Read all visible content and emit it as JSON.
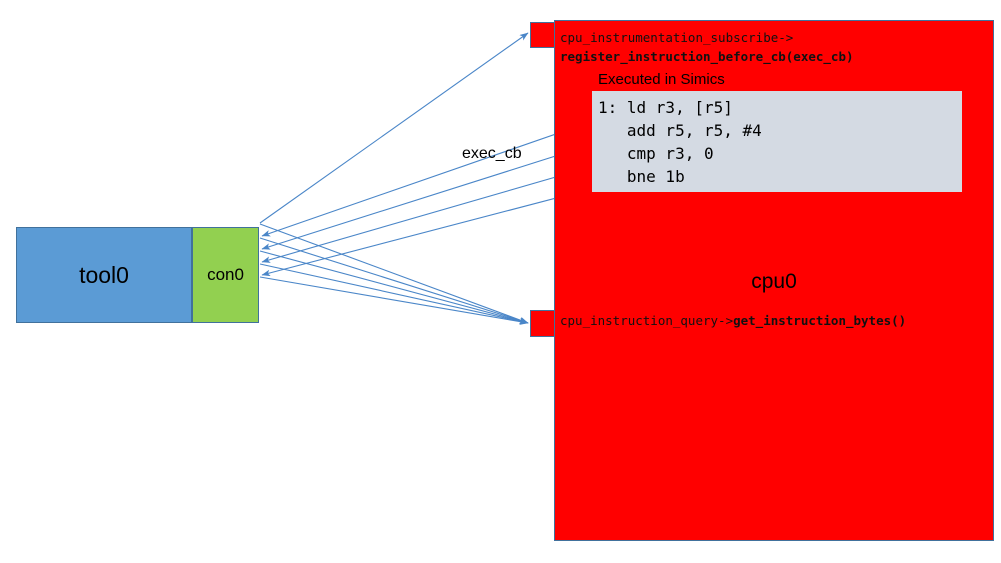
{
  "diagram": {
    "title": "Simics CPU instrumentation callback diagram",
    "colors": {
      "tool_fill": "#5b9bd5",
      "connector_fill": "#92d050",
      "cpu_fill": "#ff0000",
      "code_fill": "#d4dae3",
      "arrow": "#4a86c8",
      "border": "#41719c"
    }
  },
  "tool": {
    "label": "tool0"
  },
  "connector": {
    "label": "con0"
  },
  "cpu": {
    "label": "cpu0",
    "api_subscribe": {
      "interface": "cpu_instrumentation_subscribe->",
      "method": "register_instruction_before_cb(exec_cb)"
    },
    "api_query": {
      "interface": "cpu_instruction_query->",
      "method": "get_instruction_bytes()"
    },
    "executed_caption": "Executed in Simics",
    "code": {
      "lines": [
        "1: ld r3, [r5]",
        "   add r5, r5, #4",
        "   cmp r3, 0",
        "   bne 1b"
      ]
    }
  },
  "arrows": {
    "callback_label": "exec_cb"
  }
}
